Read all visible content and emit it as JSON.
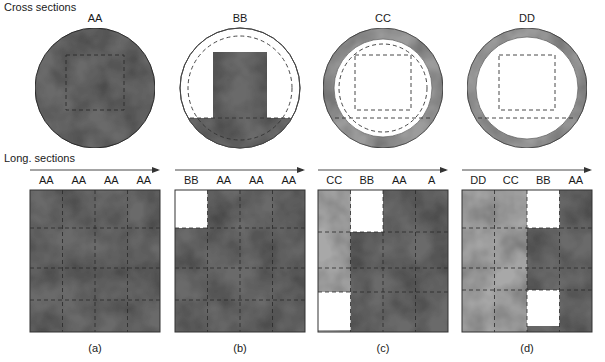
{
  "diagram": {
    "labels": [
      "Cross sections",
      "AA",
      "BB",
      "CC",
      "DD",
      "Long. sections",
      "AA",
      "AA",
      "AA",
      "AA",
      "BB",
      "AA",
      "AA",
      "AA",
      "CC",
      "BB",
      "AA",
      "A",
      "DD",
      "CC",
      "BB",
      "AA",
      "(a)",
      "(b)",
      "(c)",
      "(d)"
    ]
  }
}
